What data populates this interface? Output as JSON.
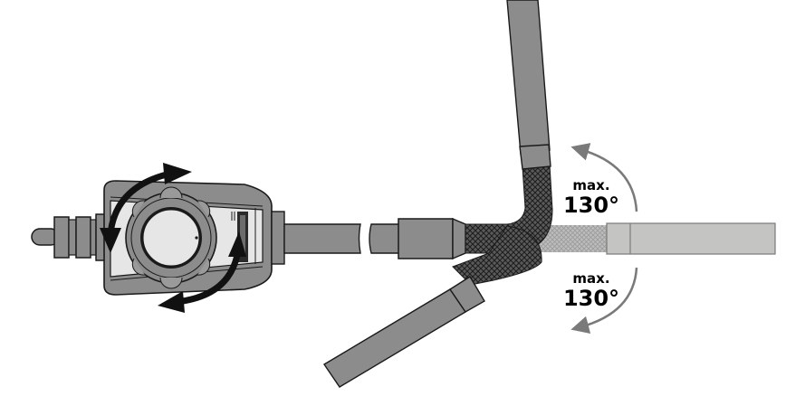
{
  "diagram": {
    "subject": "articulating inspection camera probe with control handle",
    "colors": {
      "background": "#ffffff",
      "body_gray": "#8c8c8c",
      "light_panel": "#e6e6e6",
      "outline": "#1a1a1a",
      "arrow_black": "#111111",
      "arc_gray": "#7a7a7a",
      "straight_tip_light": "#c4c4c2",
      "braid": "#3a3a3a"
    },
    "annotations": {
      "upper": {
        "prefix": "max.",
        "value": "130°"
      },
      "lower": {
        "prefix": "max.",
        "value": "130°"
      }
    },
    "parts": [
      "connector-plug",
      "control-handle",
      "rotation-dial",
      "rotation-arrows",
      "brand-label",
      "cable",
      "probe-sleeve",
      "articulating-braid",
      "probe-tip-up",
      "probe-tip-down",
      "probe-tip-straight",
      "upper-bend-arc",
      "lower-bend-arc"
    ]
  }
}
